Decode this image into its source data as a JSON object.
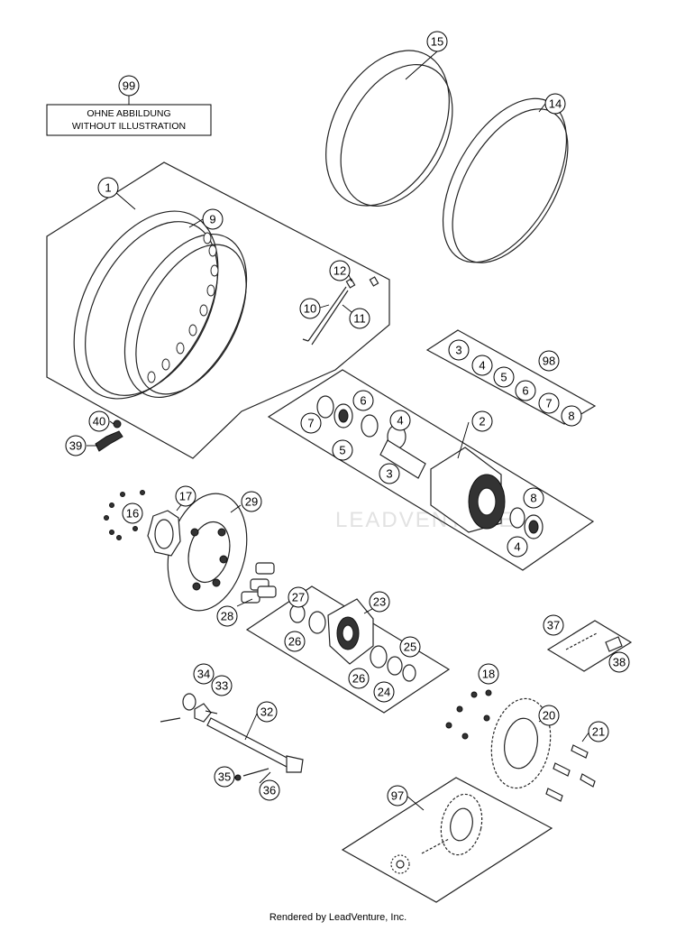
{
  "diagram": {
    "note_line1": "OHNE ABBILDUNG",
    "note_line2": "WITHOUT ILLUSTRATION",
    "watermark": "LEADVENTURE",
    "footer": "Rendered by LeadVenture, Inc.",
    "callouts": [
      "99",
      "15",
      "14",
      "1",
      "9",
      "12",
      "10",
      "11",
      "98",
      "3",
      "4",
      "5",
      "6",
      "7",
      "8",
      "2",
      "3",
      "4",
      "5",
      "6",
      "7",
      "8",
      "4",
      "40",
      "39",
      "17",
      "29",
      "16",
      "28",
      "27",
      "23",
      "26",
      "25",
      "26",
      "24",
      "37",
      "38",
      "34",
      "33",
      "18",
      "20",
      "32",
      "21",
      "35",
      "36",
      "97"
    ]
  }
}
